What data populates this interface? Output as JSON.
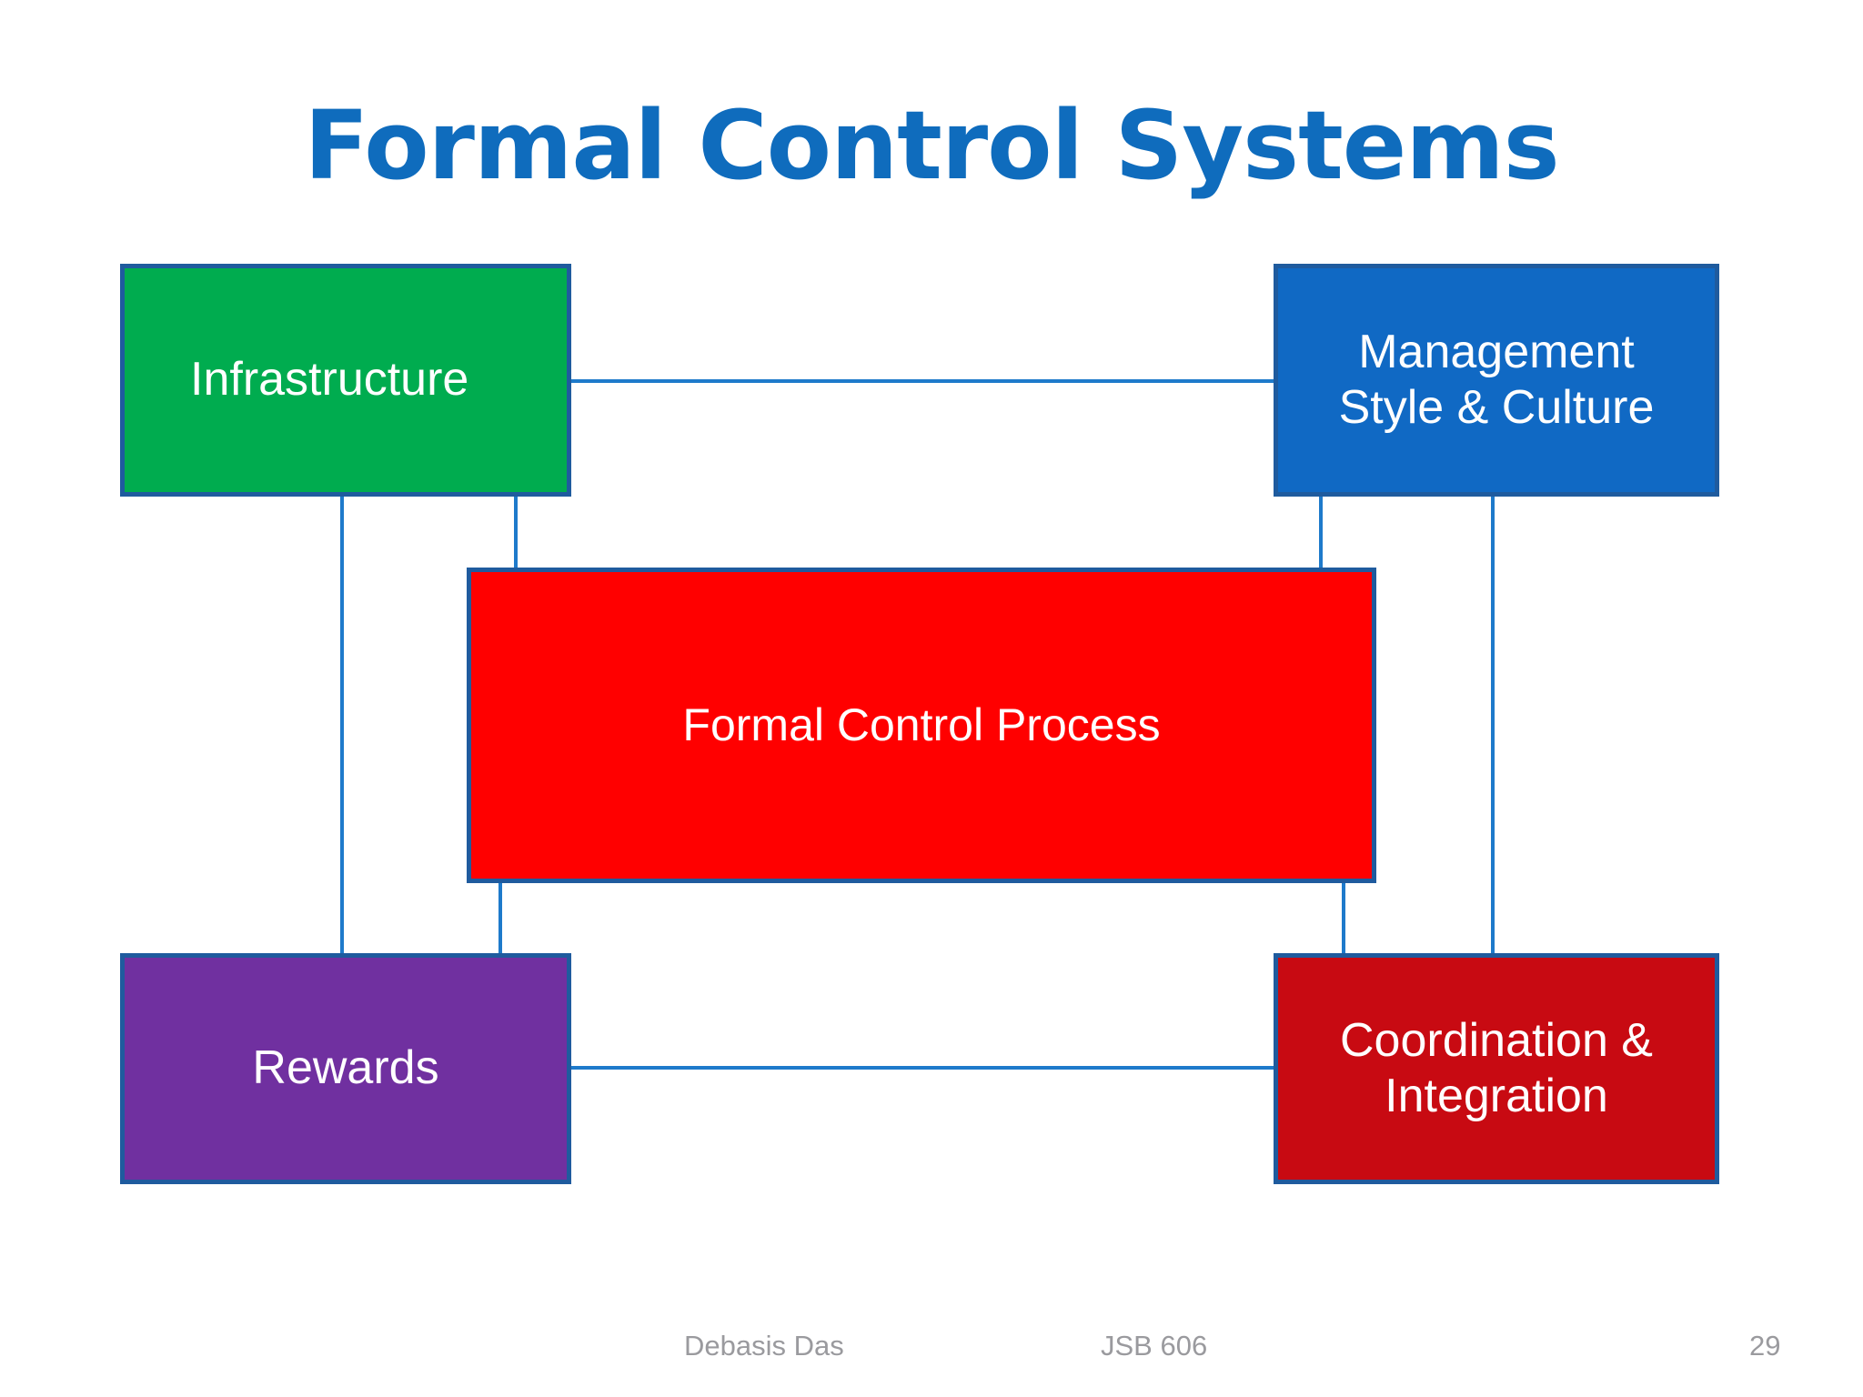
{
  "slide": {
    "title": "Formal Control Systems",
    "title_color": "#0F6CBD",
    "background_color": "#FFFFFF"
  },
  "diagram": {
    "type": "block-diagram",
    "connector_color": "#1E7ACB",
    "border_color": "#1F5B9E",
    "nodes": [
      {
        "id": "infrastructure",
        "label": "Infrastructure",
        "fill": "#00AC4F",
        "text_color": "#FFFFFF"
      },
      {
        "id": "management",
        "label": "Management\nStyle & Culture",
        "fill": "#1069C4",
        "text_color": "#FFFFFF"
      },
      {
        "id": "process",
        "label": "Formal Control Process",
        "fill": "#FF0000",
        "text_color": "#FFFFFF"
      },
      {
        "id": "rewards",
        "label": "Rewards",
        "fill": "#7030A0",
        "text_color": "#FFFFFF"
      },
      {
        "id": "coordination",
        "label": "Coordination &\nIntegration",
        "fill": "#C80A12",
        "text_color": "#FFFFFF"
      }
    ]
  },
  "footer": {
    "author": "Debasis Das",
    "course": "JSB 606",
    "page_number": "29",
    "color": "#9A9A9E"
  }
}
